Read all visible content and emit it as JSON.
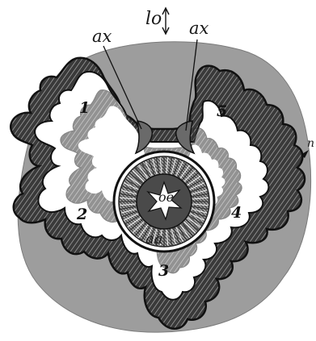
{
  "figure": {
    "orientation_label": "lo",
    "labels": {
      "ax_left": "ax",
      "ax_right": "ax",
      "aa": "aa",
      "oe": "oe",
      "n": "n"
    },
    "lobes": [
      "1",
      "2",
      "3",
      "4",
      "5"
    ]
  },
  "colors": {
    "ink": "#1a1a1a",
    "tissue": "#9a9a9a",
    "paper": "#ffffff",
    "wall": "#2a2a2a"
  }
}
